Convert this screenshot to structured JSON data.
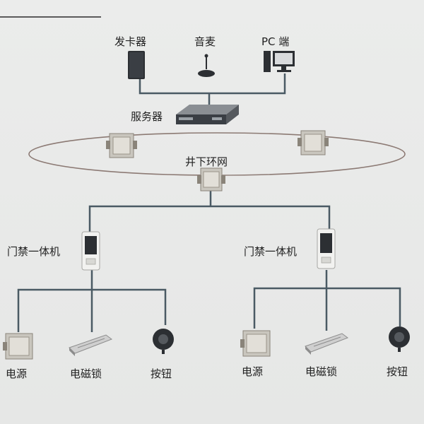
{
  "diagram": {
    "top_devices": {
      "card_issuer": "发卡器",
      "microphone": "音麦",
      "pc_terminal": "PC 端"
    },
    "server": "服务器",
    "ring_network": "井下环网",
    "access_units": [
      {
        "label": "门禁一体机",
        "peripherals": {
          "power": "电源",
          "maglock": "电磁锁",
          "button": "按钮"
        }
      },
      {
        "label": "门禁一体机",
        "peripherals": {
          "power": "电源",
          "maglock": "电磁锁",
          "button": "按钮"
        }
      }
    ],
    "colors": {
      "line": "#4a5a64",
      "ring": "#8c7a74",
      "device": "#2c2f33"
    }
  }
}
